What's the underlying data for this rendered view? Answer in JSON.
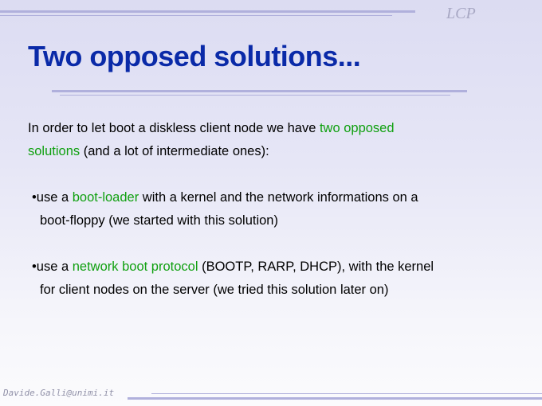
{
  "header": {
    "logo_text": "LCP"
  },
  "title": "Two opposed solutions...",
  "intro": {
    "pre": "In order to let boot a diskless client node we have ",
    "highlight": "two opposed",
    "line2_highlight": "solutions",
    "post": " (and a lot of intermediate ones):"
  },
  "bullets": [
    {
      "pre": "use a ",
      "highlight": "boot-loader",
      "post": " with a kernel and the network informations on a",
      "line2": "boot-floppy (we started with this solution)"
    },
    {
      "pre": "use a ",
      "highlight": "network boot protocol",
      "post": " (BOOTP, RARP, DHCP), with the kernel",
      "line2": "for client nodes on the server (we tried this solution later on)"
    }
  ],
  "footer": {
    "email": "Davide.Galli@unimi.it"
  },
  "colors": {
    "title": "#0a2aa8",
    "highlight": "#10a010",
    "rule": "#b0b0dc"
  }
}
